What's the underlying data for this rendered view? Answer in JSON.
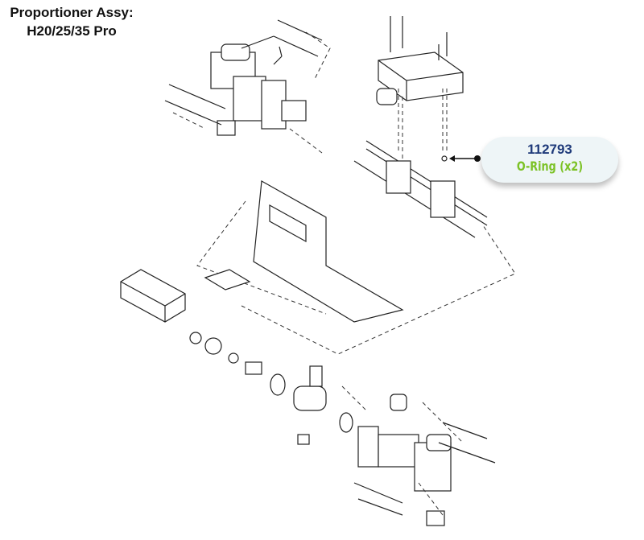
{
  "title": {
    "line1": "Proportioner Assy:",
    "line2": "H20/25/35 Pro"
  },
  "callout": {
    "part_number": "112793",
    "description": "O-Ring (x2)",
    "part_number_color": "#1f3a7a",
    "description_color": "#7cc226"
  }
}
